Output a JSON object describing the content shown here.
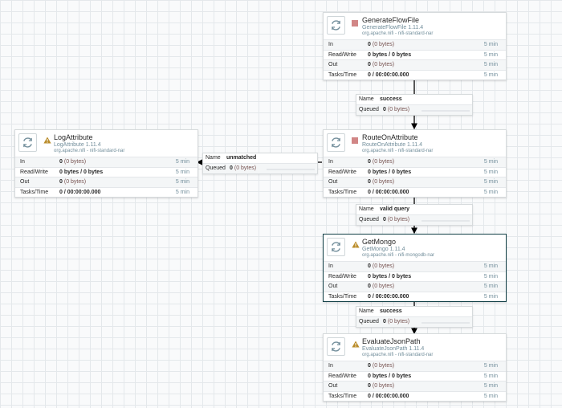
{
  "processors": {
    "generate": {
      "name": "GenerateFlowFile",
      "type": "GenerateFlowFile 1.11.4",
      "bundle": "org.apache.nifi - nifi-standard-nar",
      "status": "stopped",
      "icon": "processor-icon",
      "stats": {
        "in": {
          "label": "In",
          "count": "0",
          "size": "(0 bytes)",
          "time": "5 min"
        },
        "rw": {
          "label": "Read/Write",
          "value": "0 bytes / 0 bytes",
          "time": "5 min"
        },
        "out": {
          "label": "Out",
          "count": "0",
          "size": "(0 bytes)",
          "time": "5 min"
        },
        "tasks": {
          "label": "Tasks/Time",
          "value": "0 / 00:00:00.000",
          "time": "5 min"
        }
      }
    },
    "route": {
      "name": "RouteOnAttribute",
      "type": "RouteOnAttribute 1.11.4",
      "bundle": "org.apache.nifi - nifi-standard-nar",
      "status": "stopped",
      "icon": "processor-icon",
      "stats": {
        "in": {
          "label": "In",
          "count": "0",
          "size": "(0 bytes)",
          "time": "5 min"
        },
        "rw": {
          "label": "Read/Write",
          "value": "0 bytes / 0 bytes",
          "time": "5 min"
        },
        "out": {
          "label": "Out",
          "count": "0",
          "size": "(0 bytes)",
          "time": "5 min"
        },
        "tasks": {
          "label": "Tasks/Time",
          "value": "0 / 00:00:00.000",
          "time": "5 min"
        }
      }
    },
    "log": {
      "name": "LogAttribute",
      "type": "LogAttribute 1.11.4",
      "bundle": "org.apache.nifi - nifi-standard-nar",
      "status": "warning",
      "icon": "processor-icon",
      "stats": {
        "in": {
          "label": "In",
          "count": "0",
          "size": "(0 bytes)",
          "time": "5 min"
        },
        "rw": {
          "label": "Read/Write",
          "value": "0 bytes / 0 bytes",
          "time": "5 min"
        },
        "out": {
          "label": "Out",
          "count": "0",
          "size": "(0 bytes)",
          "time": "5 min"
        },
        "tasks": {
          "label": "Tasks/Time",
          "value": "0 / 00:00:00.000",
          "time": "5 min"
        }
      }
    },
    "mongo": {
      "name": "GetMongo",
      "type": "GetMongo 1.11.4",
      "bundle": "org.apache.nifi - nifi-mongodb-nar",
      "status": "warning",
      "icon": "processor-icon",
      "stats": {
        "in": {
          "label": "In",
          "count": "0",
          "size": "(0 bytes)",
          "time": "5 min"
        },
        "rw": {
          "label": "Read/Write",
          "value": "0 bytes / 0 bytes",
          "time": "5 min"
        },
        "out": {
          "label": "Out",
          "count": "0",
          "size": "(0 bytes)",
          "time": "5 min"
        },
        "tasks": {
          "label": "Tasks/Time",
          "value": "0 / 00:00:00.000",
          "time": "5 min"
        }
      }
    },
    "jsonpath": {
      "name": "EvaluateJsonPath",
      "type": "EvaluateJsonPath 1.11.4",
      "bundle": "org.apache.nifi - nifi-standard-nar",
      "status": "warning",
      "icon": "processor-icon",
      "stats": {
        "in": {
          "label": "In",
          "count": "0",
          "size": "(0 bytes)",
          "time": "5 min"
        },
        "rw": {
          "label": "Read/Write",
          "value": "0 bytes / 0 bytes",
          "time": "5 min"
        },
        "out": {
          "label": "Out",
          "count": "0",
          "size": "(0 bytes)",
          "time": "5 min"
        },
        "tasks": {
          "label": "Tasks/Time",
          "value": "0 / 00:00:00.000",
          "time": "5 min"
        }
      }
    }
  },
  "connections": {
    "c1": {
      "name_label": "Name",
      "name": "success",
      "queued_label": "Queued",
      "count": "0",
      "size": "(0 bytes)"
    },
    "c2": {
      "name_label": "Name",
      "name": "unmatched",
      "queued_label": "Queued",
      "count": "0",
      "size": "(0 bytes)"
    },
    "c3": {
      "name_label": "Name",
      "name": "valid query",
      "queued_label": "Queued",
      "count": "0",
      "size": "(0 bytes)"
    },
    "c4": {
      "name_label": "Name",
      "name": "success",
      "queued_label": "Queued",
      "count": "0",
      "size": "(0 bytes)"
    }
  },
  "colors": {
    "canvas": "#f9fafb",
    "grid": "#e4e8eb",
    "stopped": "#d18686",
    "warning": "#ba8c2a",
    "selected_border": "#134148",
    "connector": "#000000"
  }
}
